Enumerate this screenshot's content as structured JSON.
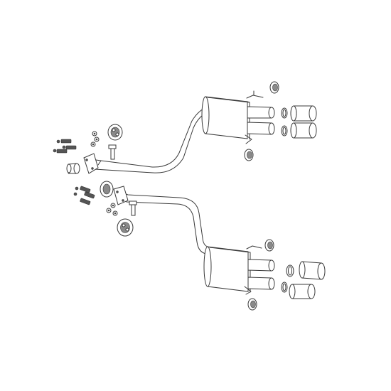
{
  "figure": {
    "background": "#ffffff",
    "line_color": "#3a3a3a",
    "style": "exploded-view line drawing, no text labels",
    "assemblies": [
      {
        "name": "upper-exhaust-assembly",
        "parts": [
          "mounting-hardware",
          "flange-gasket",
          "mid-pipe",
          "hanger-bracket",
          "rubber-hanger",
          "rear-muffler",
          "dual-tailpipes",
          "tip-clamp-rings",
          "exhaust-tips"
        ]
      },
      {
        "name": "lower-exhaust-assembly",
        "parts": [
          "mounting-hardware",
          "flange-gasket",
          "mid-pipe",
          "hanger-bracket",
          "rubber-hanger",
          "rear-muffler",
          "dual-tailpipes",
          "tip-clamp-rings",
          "exhaust-tips"
        ]
      }
    ]
  }
}
